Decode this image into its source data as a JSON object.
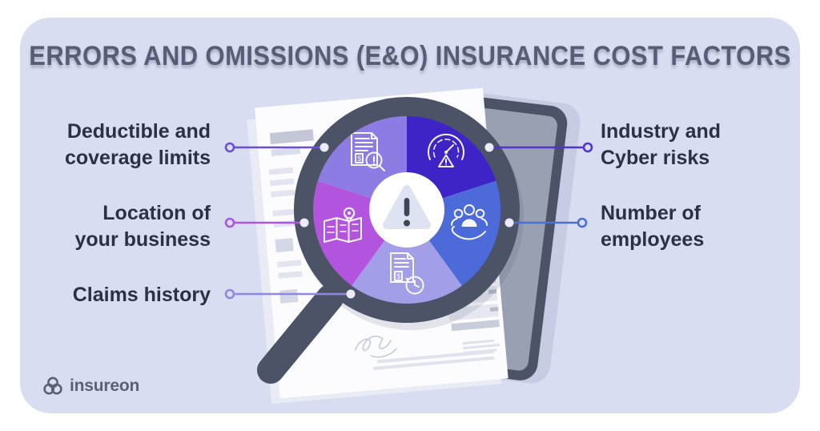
{
  "title": "ERRORS AND OMISSIONS (E&O) INSURANCE COST FACTORS",
  "factors": [
    {
      "id": "deductible-coverage-limits",
      "line1": "Deductible and",
      "line2": "coverage limits",
      "side": "left",
      "icon": "document-magnifier-icon",
      "slice_color": "#8d7ce4",
      "connector_color": "#6a50d8"
    },
    {
      "id": "industry-cyber-risks",
      "line1": "Industry and",
      "line2": "Cyber risks",
      "side": "right",
      "icon": "gauge-warning-icon",
      "slice_color": "#3e23c7",
      "connector_color": "#5334cd"
    },
    {
      "id": "location-of-business",
      "line1": "Location of",
      "line2": "your business",
      "side": "left",
      "icon": "map-pin-icon",
      "slice_color": "#b254de",
      "connector_color": "#ab57e3"
    },
    {
      "id": "number-of-employees",
      "line1": "Number of",
      "line2": "employees",
      "side": "right",
      "icon": "team-hand-icon",
      "slice_color": "#4c6bd9",
      "connector_color": "#4b70d6"
    },
    {
      "id": "claims-history",
      "line1": "Claims history",
      "line2": "",
      "side": "left",
      "icon": "invoice-clock-icon",
      "slice_color": "#a39ee8",
      "connector_color": "#9186e0"
    }
  ],
  "center_icon": {
    "name": "warning-triangle-icon"
  },
  "logo": {
    "text": "insureon"
  },
  "colors": {
    "card_bg": "#d9ddf2",
    "title": "#575d75",
    "label": "#2b3044",
    "lens_rim": "#4c5366",
    "folder_gray": "#99a0b2",
    "center_triangle": "#dfe2f0",
    "exclamation": "#3f4558"
  }
}
